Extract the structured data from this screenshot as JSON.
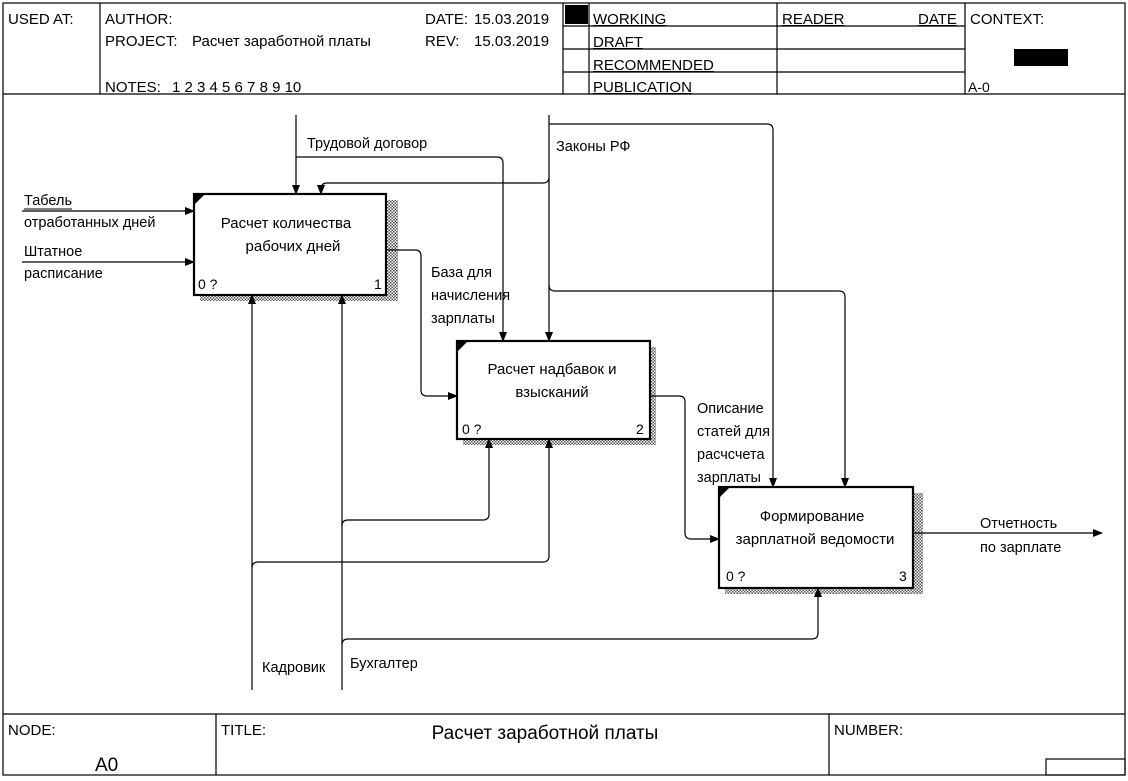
{
  "header": {
    "used_at_label": "USED AT:",
    "author_label": "AUTHOR:",
    "project_label": "PROJECT:",
    "project_value": "Расчет заработной платы",
    "notes_label": "NOTES:",
    "notes_value": "1 2 3 4 5 6 7 8 9 10",
    "date_label": "DATE:",
    "date_value": "15.03.2019",
    "rev_label": "REV:",
    "rev_value": "15.03.2019",
    "status": [
      "WORKING",
      "DRAFT",
      "RECOMMENDED",
      "PUBLICATION"
    ],
    "reader_label": "READER",
    "reader_date_label": "DATE",
    "context_label": "CONTEXT:",
    "context_node": "A-0"
  },
  "boxes": [
    {
      "title_line1": "Расчет количества",
      "title_line2": "рабочих дней",
      "cost": "0 ?",
      "number": "1"
    },
    {
      "title_line1": "Расчет надбавок и",
      "title_line2": "взысканий",
      "cost": "0 ?",
      "number": "2"
    },
    {
      "title_line1": "Формирование",
      "title_line2": "зарплатной ведомости",
      "cost": "0 ?",
      "number": "3"
    }
  ],
  "arrows": {
    "tabel": [
      "Табель",
      "отработанных дней"
    ],
    "staff": [
      "Штатное",
      "расписание"
    ],
    "contract": "Трудовой договор",
    "laws": "Законы РФ",
    "base": [
      "База для",
      "начисления",
      "зарплаты"
    ],
    "description": [
      "Описание",
      "статей для",
      "расчсчета",
      "зарплаты"
    ],
    "report": [
      "Отчетность",
      "по зарплате"
    ],
    "hr": "Кадровик",
    "accountant": "Бухгалтер"
  },
  "footer": {
    "node_label": "NODE:",
    "node_value": "A0",
    "title_label": "TITLE:",
    "title_value": "Расчет заработной платы",
    "number_label": "NUMBER:"
  }
}
